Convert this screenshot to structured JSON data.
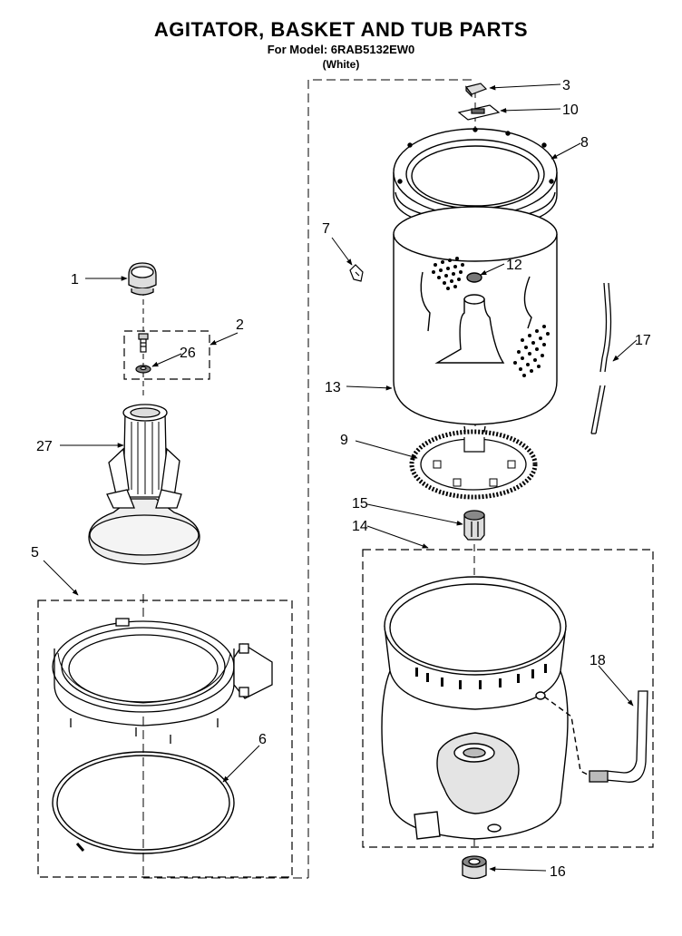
{
  "header": {
    "title": "AGITATOR, BASKET AND TUB PARTS",
    "model_line": "For Model: 6RAB5132EW0",
    "color_line": "(White)"
  },
  "callouts": [
    "1",
    "2",
    "26",
    "27",
    "5",
    "6",
    "3",
    "10",
    "8",
    "7",
    "12",
    "13",
    "17",
    "9",
    "15",
    "14",
    "18",
    "16"
  ]
}
